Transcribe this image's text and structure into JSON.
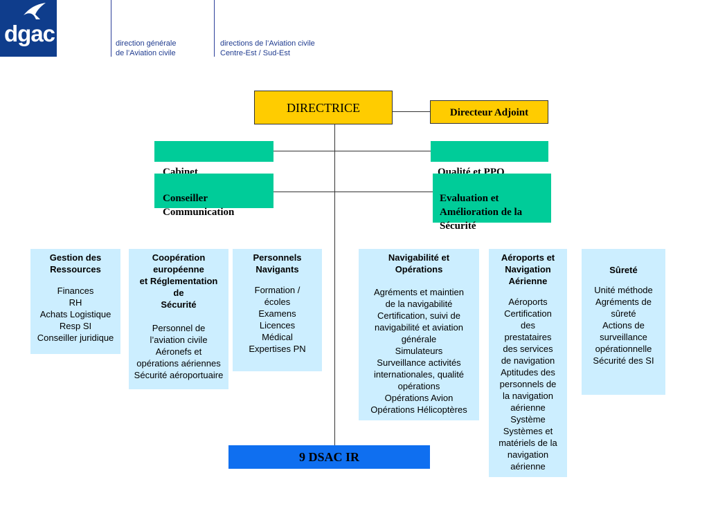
{
  "header": {
    "logo_text": "dgac",
    "org_left": "direction générale\nde l’Aviation civile",
    "org_right": "directions de l’Aviation civile\nCentre-Est / Sud-Est"
  },
  "org": {
    "directrice": "DIRECTRICE",
    "adjoint": "Directeur Adjoint",
    "cabinet": "Cabinet",
    "qualite": "Qualité et PPO",
    "conseiller": "Conseiller\nCommunication",
    "evaluation": "Evaluation et\nAmélioration de la\nSécurité",
    "dsac": "9 DSAC IR"
  },
  "departments": [
    {
      "title": "Gestion des\nRessources",
      "items": "Finances\nRH\nAchats Logistique\nResp SI\nConseiller juridique"
    },
    {
      "title": "Coopération\neuropéenne\net Réglementation\nde\nSécurité",
      "items": "Personnel de\nl’aviation civile\nAéronefs et\nopérations aériennes\nSécurité aéroportuaire"
    },
    {
      "title": "Personnels\nNavigants",
      "items": "Formation /\nécoles\nExamens\nLicences\nMédical\nExpertises PN"
    },
    {
      "title": "Navigabilité et\nOpérations",
      "items": "Agréments et maintien\nde la navigabilité\nCertification, suivi de\nnavigabilité et aviation\ngénérale\nSimulateurs\nSurveillance activités\ninternationales, qualité\nopérations\nOpérations Avion\nOpérations Hélicoptères"
    },
    {
      "title": "Aéroports et\nNavigation\nAérienne",
      "items": "Aéroports\nCertification\ndes\nprestataires\ndes services\nde navigation\nAptitudes des\npersonnels de\nla navigation\naérienne\nSystème\nSystèmes et\nmatériels de la\nnavigation\naérienne"
    },
    {
      "title": "Sûreté",
      "items": "Unité méthode\nAgréments de\nsûreté\nActions de\nsurveillance\nopérationnelle\nSécurité des SI"
    }
  ],
  "colors": {
    "logo_bg": "#0f3d8c",
    "yellow": "#ffcc00",
    "green": "#00cc99",
    "light_blue": "#cceeff",
    "blue": "#0f6ff0"
  }
}
